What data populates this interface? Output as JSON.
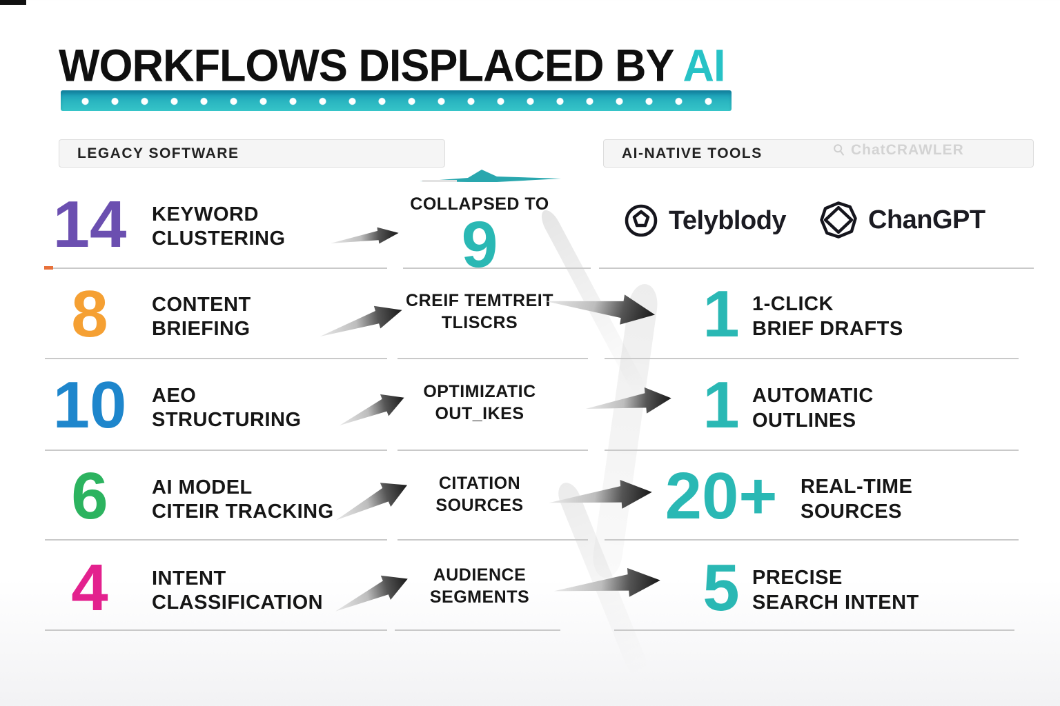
{
  "title": {
    "text": "WORKFLOWS DISPLACED BY ",
    "accent": "AI"
  },
  "headers": {
    "left": "LEGACY SOFTWARE",
    "right": "AI-NATIVE TOOLS",
    "right_watermark": "ChatCRAWLER"
  },
  "colors": {
    "accent_teal": "#2ab8b4",
    "title_accent": "#27c2c6",
    "row_purple": "#6b4fb0",
    "row_orange": "#f5a033",
    "row_blue": "#1e86cc",
    "row_green": "#2cb35f",
    "row_pink": "#e3218e",
    "underline_bar": "#2ab6c0",
    "divider": "#c9c9c9",
    "orange_tick": "#e8713a"
  },
  "rows": [
    {
      "count": "14",
      "label1": "KEYWORD",
      "label2": "CLUSTERING",
      "mid1": "COLLAPSED TO",
      "mid2": "9"
    },
    {
      "count": "8",
      "label1": "CONTENT",
      "label2": "BRIEFING",
      "mid1": "CREIF TEMTREIT",
      "mid2": "TLISCRS",
      "result_count": "1",
      "result1": "1-CLICK",
      "result2": "BRIEF DRAFTS"
    },
    {
      "count": "10",
      "label1": "AEO",
      "label2": "STRUCTURING",
      "mid1": "OPTIMIZATIC",
      "mid2": "OUT_IKES",
      "result_count": "1",
      "result1": "AUTOMATIC",
      "result2": "OUTLINES"
    },
    {
      "count": "6",
      "label1": "AI MODEL",
      "label2": "CITEIR TRACKING",
      "mid1": "CITATION",
      "mid2": "SOURCES",
      "result_count": "20+",
      "result1": "REAL-TIME",
      "result2": "SOURCES"
    },
    {
      "count": "4",
      "label1": "INTENT",
      "label2": "CLASSIFICATION",
      "mid1": "AUDIENCE",
      "mid2": "SEGMENTS",
      "result_count": "5",
      "result1": "PRECISE",
      "result2": "SEARCH INTENT"
    }
  ],
  "logos": [
    {
      "icon": "badge-circle-icon",
      "name": "Telyblody"
    },
    {
      "icon": "knot-icon",
      "name": "ChanGPT"
    }
  ]
}
